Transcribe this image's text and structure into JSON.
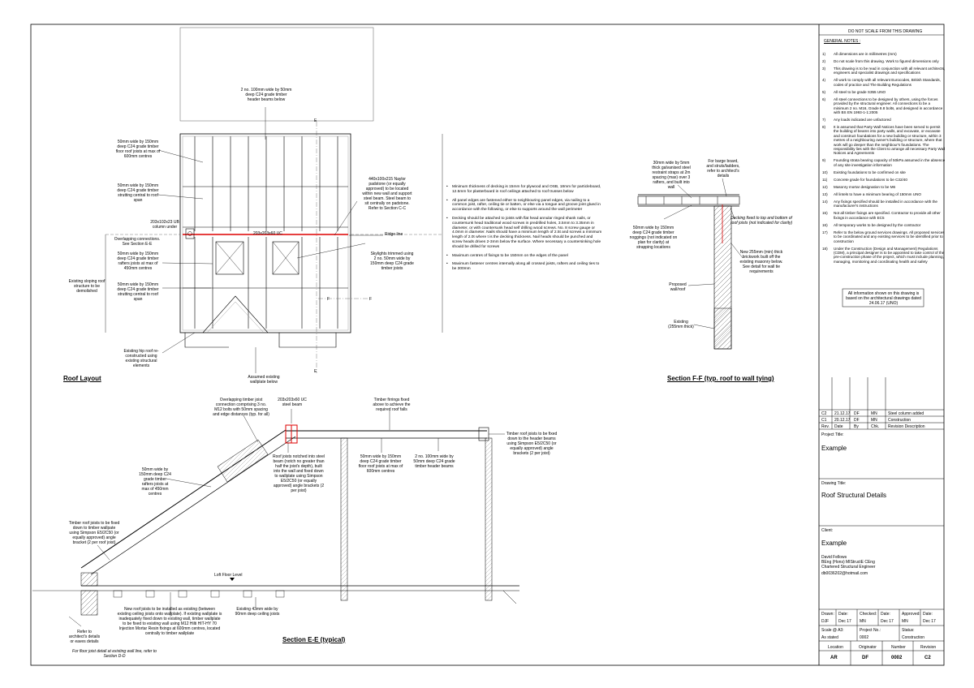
{
  "header": {
    "do_not_scale": "DO NOT SCALE FROM THIS DRAWING",
    "general_notes_title": "GENERAL NOTES :"
  },
  "general_notes": [
    {
      "n": "1)",
      "text": "All dimensions are in millimetres (mm)"
    },
    {
      "n": "2)",
      "text": "Do not scale from this drawing. Work to figured dimensions only"
    },
    {
      "n": "3)",
      "text": "This drawing is to be read in conjunction with all relevant architects, engineers and specialist drawings and specifications"
    },
    {
      "n": "4)",
      "text": "All work to comply with all relevant Eurocodes, British Standards, codes of practice and The Building Regulations"
    },
    {
      "n": "5)",
      "text": "All steel to be grade S355 UNO"
    },
    {
      "n": "6)",
      "text": "All steel connections to be designed by others, using the forces provided by the structural engineer. All connections to be a minimum 2 no. M16, Grade 8.8 bolts, and designed in accordance with BS EN 1993-1-1:2005"
    },
    {
      "n": "7)",
      "text": "Any loads indicated are unfactored"
    },
    {
      "n": "8)",
      "text": "It is assumed that Party Wall Notices have been served to permit the building of beams into party walls, and excavate, or excavate and construct foundations for a new building or structure, within 3 metres of a neighbouring owner's building or structure, where that work will go deeper than the neighbour's foundations. The responsibility lies with the Client to arrange all necessary Party Wall Notices and Agreements"
    },
    {
      "n": "9)",
      "text": "Founding strata bearing capacity of 50kPa assumed in the absence of any site investigation information"
    },
    {
      "n": "10)",
      "text": "Existing foundations to be confirmed on site"
    },
    {
      "n": "11)",
      "text": "Concrete grade for foundations to be C32/40"
    },
    {
      "n": "12)",
      "text": "Masonry mortar designation to be M6"
    },
    {
      "n": "13)",
      "text": "All lintels to have a minimum bearing of 150mm UNO"
    },
    {
      "n": "14)",
      "text": "Any fixings specified should be installed in accordance with the manufacturer's instructions"
    },
    {
      "n": "15)",
      "text": "Not all timber fixings are specified. Contractor to provide all other fixings in accordance with EC5"
    },
    {
      "n": "16)",
      "text": "All temporary works to be designed by the contractor"
    },
    {
      "n": "17)",
      "text": "Refer to the below ground services drawings. All proposed services to be coordinated and any existing services to be identified prior to construction"
    },
    {
      "n": "18)",
      "text": "Under the Construction (Design and Management) Regulations (CDM), a principal designer is to be appointed to take control of the pre-construction phase of the project, which must include planning, managing, monitoring and coordinating health and safety"
    }
  ],
  "architect_note": "All information shown on this drawing is based on the architectural drawings dated 24.06.17 (UNO)",
  "revisions": [
    {
      "rev": "C2",
      "date": "21.12.17",
      "by": "DF",
      "chk": "MN",
      "desc": "Steel column added"
    },
    {
      "rev": "C1",
      "date": "20.12.17",
      "by": "DF",
      "chk": "MN",
      "desc": "Construction"
    }
  ],
  "revision_headers": {
    "rev": "Rev.",
    "date": "Date",
    "by": "By",
    "chk": "Chk.",
    "desc": "Revision Description"
  },
  "title_block": {
    "project_title_label": "Project Title:",
    "project_title": "Example",
    "drawing_title_label": "Drawing Title:",
    "drawing_title": "Roof Structural Details",
    "client_label": "Client:",
    "client": "Example",
    "engineer_name": "David Fellows",
    "engineer_quals": "BEng (Hons) MIStructE CEng",
    "engineer_role": "Chartered Structural Engineer",
    "engineer_email": "db0036202@hotmail.com",
    "drawn_label": "Drawn:",
    "drawn": "DJF",
    "date1_label": "Date:",
    "date1": "Dec 17",
    "checked_label": "Checked:",
    "checked": "MN",
    "date2_label": "Date:",
    "date2": "Dec 17",
    "approved_label": "Approved:",
    "approved": "MN",
    "date3_label": "Date:",
    "date3": "Dec 17",
    "scale_label": "Scale @ A3:",
    "scale": "As stated",
    "project_no_label": "Project No.:",
    "project_no": "0002",
    "status_label": "Status:",
    "status": "Construction",
    "location_label": "Location",
    "originator_label": "Originator",
    "number_label": "Number",
    "revision_label": "Revision",
    "location": "AR",
    "originator": "DF",
    "number": "0002",
    "revision": "C2"
  },
  "titles": {
    "roof_layout": "Roof Layout",
    "section_ff": "Section F-F (typ. roof to wall tying)",
    "section_ee": "Section E-E (typical)"
  },
  "section_markers": {
    "e": "E",
    "f": "F"
  },
  "roof_layout_labels": {
    "header_beams": "2 no. 100mm wide by 50mm deep C24 grade timber header beams below",
    "floor_joists": "50mm wide by 150mm deep C24 grade timber floor roof joists at max of 600mm centres",
    "strutting": "50mm wide by 150mm deep C24 grade timber strutting central to roof span",
    "padstone": "440x100x215 Naylor padstone (or equally approved) to be located within new wall and support steel beam. Steel beam to sit centrally on padstone. Refer to Section C-C",
    "ub_column": "203x102x23 UB column under",
    "overlapping": "Overlapping connections. See Section E-E",
    "uc_beam": "203x203x60 UC",
    "ridge_line": "Ridge line",
    "rafters": "50mm wide by 150mm deep C24 grade timber rafters joists at max of 450mm centres",
    "skylights": "Skylights trimmed using 2 no. 50mm wide by 150mm deep C24 grade timber joists",
    "existing_sloping": "Existing sloping roof structure to be demolished",
    "strutting2": "50mm wide by 150mm deep C24 grade timber strutting central to roof span",
    "hip_roof": "Existing hip roof re-constructed using existing structural elements",
    "wallplate": "Assumed existing wallplate below"
  },
  "decking_notes": [
    "Minimum thickness of decking is 15mm for plywood and OSB, 18mm for particleboard, 12.5mm for plasterboard in roof ceilings attached to roof trusses below",
    "All panel edges are fastened either to neighbouring panel edges, via nailing to a common joist, rafter, ceiling tie or batten, or else via a tongue and groove joint glued in accordance with the following, or else to supports around the wall perimeter",
    "Decking should be attached to joists with flat head annular ringed shank nails, or countersunk head traditional wood screws in predrilled holes, 3.5mm to 3.35mm in diameter, or with countersunk head self drilling wood screws. No. 8 screw gauge or 4.0mm in diameter. Nails should have a minimum length of 2.5t and screws a minimum length of 2.0t where t is the decking thickness. Nail heads should be punched and screw heads driven 2-3mm below the surface. Where necessary a countersinking hole should be drilled for screws",
    "Maximum centres of fixings to be 150mm on the edges of the panel",
    "Maximum fastener centres internally along all crossed joists, rafters and ceiling ties to be 300mm"
  ],
  "section_ff_labels": {
    "restraint": "30mm wide by 5mm thick galvanised steel restraint straps at 2m spacing (max) over 3 rafters, and built into wall",
    "barge": "For barge board, and struts/ladders, refer to architect's details",
    "noggings": "50mm wide by 150mm deep C24 grade timber noggings (not indicated on plan for clarity) at strapping locations",
    "decking_fixed": "Decking fixed to top and bottom of roof joists (not indicated for clarity)",
    "new_wall": "New 255mm (min) thick brickwork built off the existing masonry below. See detail for wall tie requirements",
    "proposed_wall": "Proposed wall/roof",
    "existing_wall": "Existing (255mm thick)"
  },
  "section_ee_labels": {
    "overlapping_joist": "Overlapping timber joist connection comprising 3 no. M12 bolts with 50mm spacing and edge distances (typ. for all)",
    "uc_steel": "203x203x60 UC steel beam",
    "firrings": "Timber firrings fixed above to achieve the required roof falls",
    "fixed_header": "Timber roof joists to be fixed down to the header beams using Simpson E5/2C50 (or equally approved) angle brackets (2 per joist)",
    "notched": "Roof joists notched into steel beam (notch no greater than half the joist's depth), built into the wall and fixed down to wallplate using Simpson E5/2C50 (or equally approved) angle brackets (2 per joist)",
    "floor_joists": "50mm wide by 150mm deep C24 grade timber floor roof joists at max of 600mm centres",
    "header_beams": "2 no. 100mm wide by 50mm deep C24 grade timber header beams",
    "rafters": "50mm wide by 150mm deep C24 grade timber rafters joists at max of 450mm centres",
    "fixed_wallplate": "Timber roof joists to be fixed down to timber wallpate using Simpson E5/2C50 (or equally approved) angle bracket (2 per roof joist)",
    "loft_floor": "Loft Floor Level",
    "new_joists": "New roof joists to be installed as existing (between existing ceiling joists onto wallplate). If existing wallplate is inadequately fixed down to existing wall, timber wallplate to be fixed to existing wall using M12 Hilti HIT-HY 70 Injection Mortar Resin fixings at 600mm centres, located centrally to timber wallplate",
    "ceiling_joists": "Existing 43mm wide by 90mm deep ceiling joists",
    "refer_arch": "Refer to architect's details or eaves details",
    "floor_detail": "For floor joist detail at existing wall line, refer to Section D-D"
  }
}
